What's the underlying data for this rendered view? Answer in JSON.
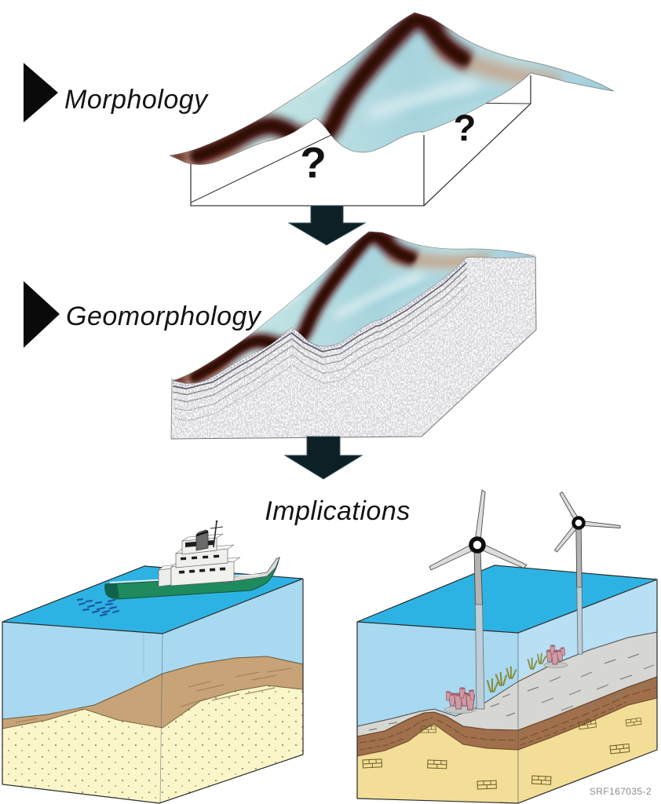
{
  "figure": {
    "stages": [
      {
        "label": "Morphology"
      },
      {
        "label": "Geomorphology"
      },
      {
        "label": "Implications"
      }
    ],
    "question_mark": "?",
    "figure_id": "SRF167035-2",
    "icons": {
      "stage_pointer": "▶",
      "down_arrow": "⬇"
    },
    "colors": {
      "arrow": "#0c2026",
      "pointer_black": "#0a0a0a",
      "surface_aqua": "#aed6dc",
      "channel_maroon": "#4a110b",
      "water_top": "#2db3e3",
      "water_side": "#a9d9f1",
      "seafloor_tan": "#c7a377",
      "sand_yellow": "#faf6c9",
      "sediment_gray": "#d6d6d3",
      "stratum_brown": "#a06f4c",
      "limestone_yellow": "#f2de96",
      "ship_hull_green": "#1e8a5e",
      "turbine_blade_gray": "#dcdcda"
    }
  }
}
